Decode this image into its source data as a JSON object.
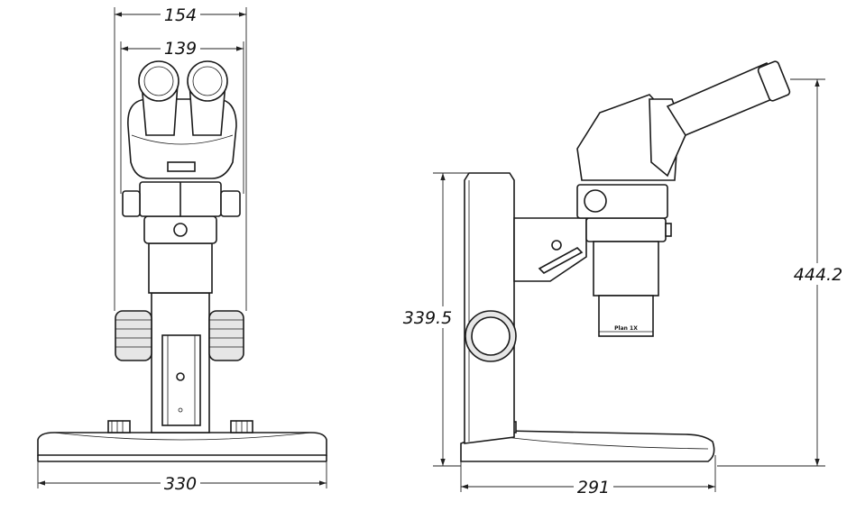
{
  "diagram": {
    "title": "Stereo microscope dimensions",
    "front_view": {
      "dim_top_outer": "154",
      "dim_top_inner": "139",
      "dim_base_width": "330"
    },
    "side_view": {
      "dim_column_height": "339.5",
      "dim_total_height": "444.2",
      "dim_base_depth": "291",
      "objective_label": "Plan 1X"
    }
  }
}
